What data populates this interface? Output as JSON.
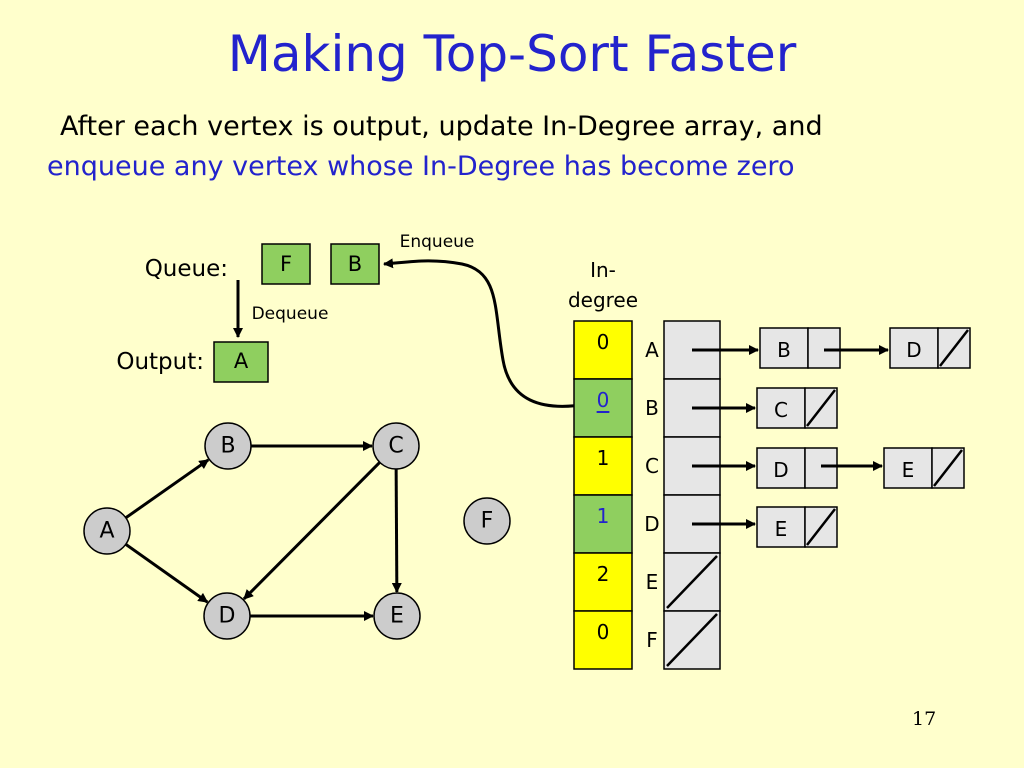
{
  "title": "Making Top-Sort Faster",
  "subtitle_line1": "After each vertex is output, update In-Degree array, and",
  "subtitle_line2": "enqueue any vertex whose In-Degree has become zero",
  "queue": {
    "label": "Queue:",
    "items": [
      "F",
      "B"
    ],
    "enqueue_label": "Enqueue",
    "dequeue_label": "Dequeue"
  },
  "output": {
    "label": "Output:",
    "items": [
      "A"
    ]
  },
  "graph": {
    "nodes": [
      "A",
      "B",
      "C",
      "D",
      "E",
      "F"
    ],
    "edges": [
      [
        "A",
        "B"
      ],
      [
        "A",
        "D"
      ],
      [
        "B",
        "C"
      ],
      [
        "C",
        "D"
      ],
      [
        "C",
        "E"
      ],
      [
        "D",
        "E"
      ]
    ]
  },
  "indegree": {
    "header_line1": "In-",
    "header_line2": "degree",
    "vertices": [
      "A",
      "B",
      "C",
      "D",
      "E",
      "F"
    ],
    "values": [
      "0",
      "0",
      "1",
      "1",
      "2",
      "0"
    ],
    "highlighted": [
      1,
      3
    ]
  },
  "adjacency": [
    [
      "B",
      "D"
    ],
    [
      "C"
    ],
    [
      "D",
      "E"
    ],
    [
      "E"
    ],
    [],
    []
  ],
  "colors": {
    "background": "#ffffcc",
    "title": "#2323cc",
    "node_fill": "#cccccc",
    "green": "#8fcf5f",
    "yellow": "#ffff00",
    "cell": "#e6e6e6",
    "highlight_text": "#2323cc"
  },
  "page_number": "17"
}
